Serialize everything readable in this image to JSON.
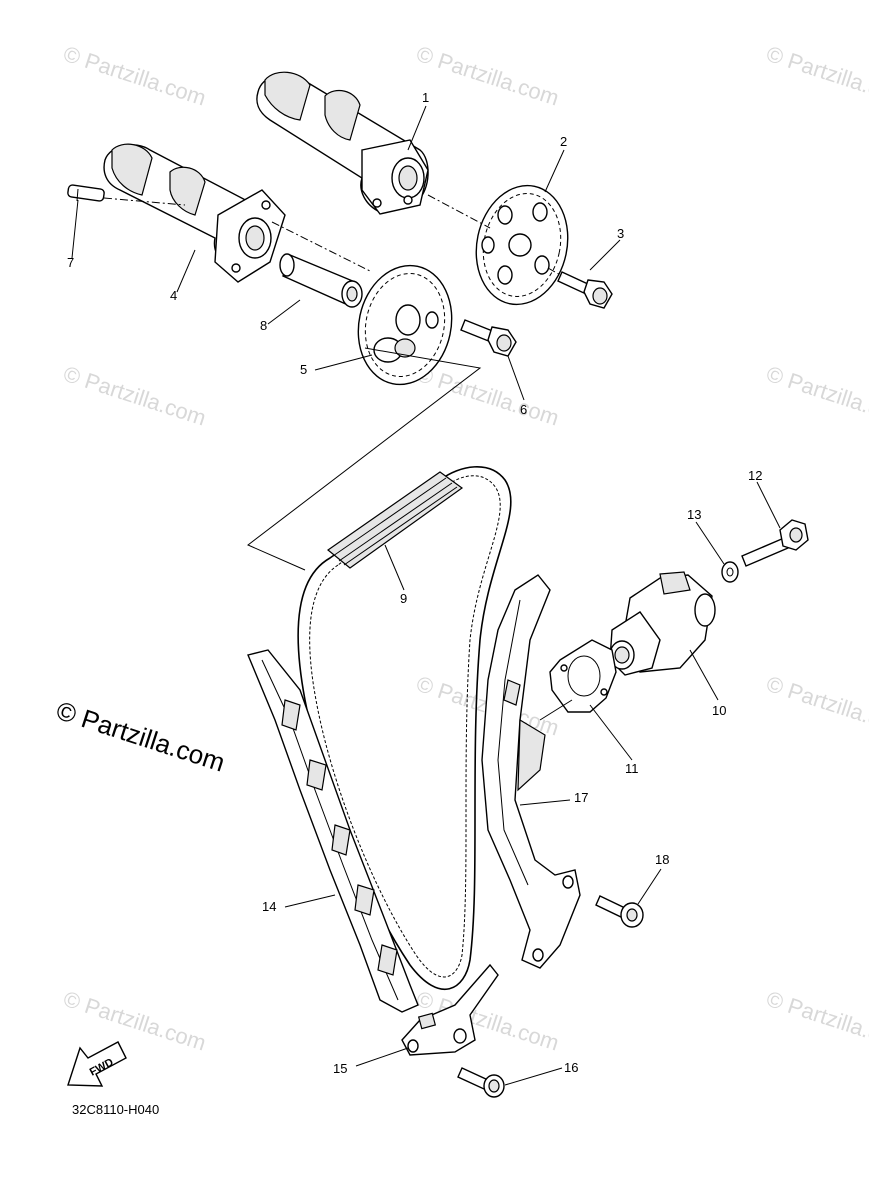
{
  "watermark": {
    "main": "© Partzilla.com",
    "faint": "© Partzilla.com"
  },
  "diagram_code": "32C8110-H040",
  "fwd_label": "FWD",
  "callouts": [
    "1",
    "2",
    "3",
    "4",
    "5",
    "6",
    "7",
    "8",
    "9",
    "10",
    "11",
    "12",
    "13",
    "14",
    "15",
    "16",
    "17",
    "18"
  ]
}
